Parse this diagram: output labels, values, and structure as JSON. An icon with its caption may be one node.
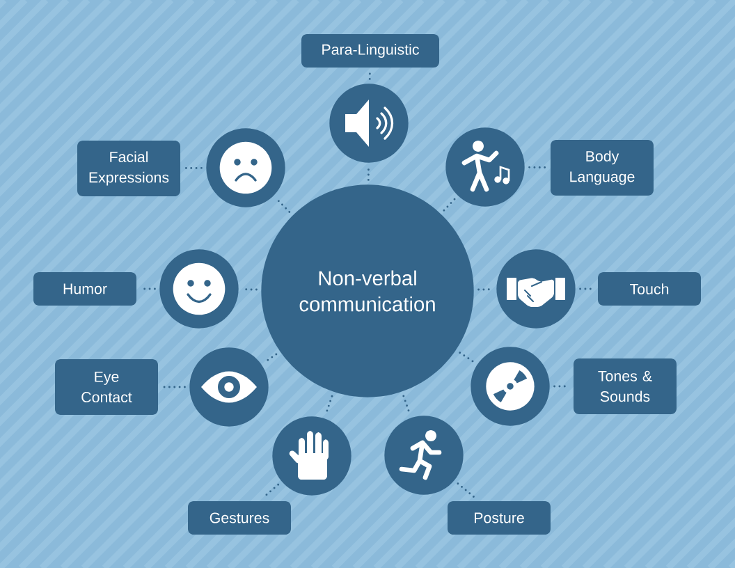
{
  "diagram": {
    "nodes": [
      {
        "text": [
          "Non-verbal communication"
        ]
      },
      {
        "text": [
          "Para-Linguistic"
        ]
      },
      {
        "text": [],
        "shape": "circle"
      },
      {
        "text": [
          "Body Language"
        ]
      },
      {
        "text": [],
        "shape": "circle"
      },
      {
        "text": [
          "Touch"
        ]
      },
      {
        "text": [],
        "shape": "circle"
      },
      {
        "text": [
          "Tones & Sounds"
        ]
      },
      {
        "text": [],
        "shape": "circle"
      },
      {
        "text": [
          "Posture"
        ]
      },
      {
        "text": [],
        "shape": "circle"
      },
      {
        "text": [
          "Gestures"
        ]
      },
      {
        "text": [],
        "shape": "circle"
      },
      {
        "text": [
          "Eye Contact"
        ]
      },
      {
        "text": [],
        "shape": "circle"
      },
      {
        "text": [
          "Humor"
        ]
      },
      {
        "text": [],
        "shape": "circle"
      },
      {
        "text": [
          "Facial Expressions"
        ]
      },
      {
        "text": [],
        "shape": "circle"
      }
    ],
    "edges": [
      {
        "from": 0,
        "to": 2,
        "arrow": "none"
      },
      {
        "from": 2,
        "to": 1,
        "arrow": "none"
      },
      {
        "from": 0,
        "to": 4,
        "arrow": "none"
      },
      {
        "from": 4,
        "to": 3,
        "arrow": "none"
      },
      {
        "from": 0,
        "to": 6,
        "arrow": "none"
      },
      {
        "from": 6,
        "to": 5,
        "arrow": "none"
      },
      {
        "from": 0,
        "to": 8,
        "arrow": "none"
      },
      {
        "from": 8,
        "to": 7,
        "arrow": "none"
      },
      {
        "from": 0,
        "to": 10,
        "arrow": "none"
      },
      {
        "from": 10,
        "to": 9,
        "arrow": "none"
      },
      {
        "from": 0,
        "to": 12,
        "arrow": "none"
      },
      {
        "from": 12,
        "to": 11,
        "arrow": "none"
      },
      {
        "from": 0,
        "to": 14,
        "arrow": "none"
      },
      {
        "from": 14,
        "to": 13,
        "arrow": "none"
      },
      {
        "from": 0,
        "to": 16,
        "arrow": "none"
      },
      {
        "from": 16,
        "to": 15,
        "arrow": "none"
      },
      {
        "from": 0,
        "to": 18,
        "arrow": "none"
      },
      {
        "from": 18,
        "to": 17,
        "arrow": "none"
      }
    ]
  }
}
